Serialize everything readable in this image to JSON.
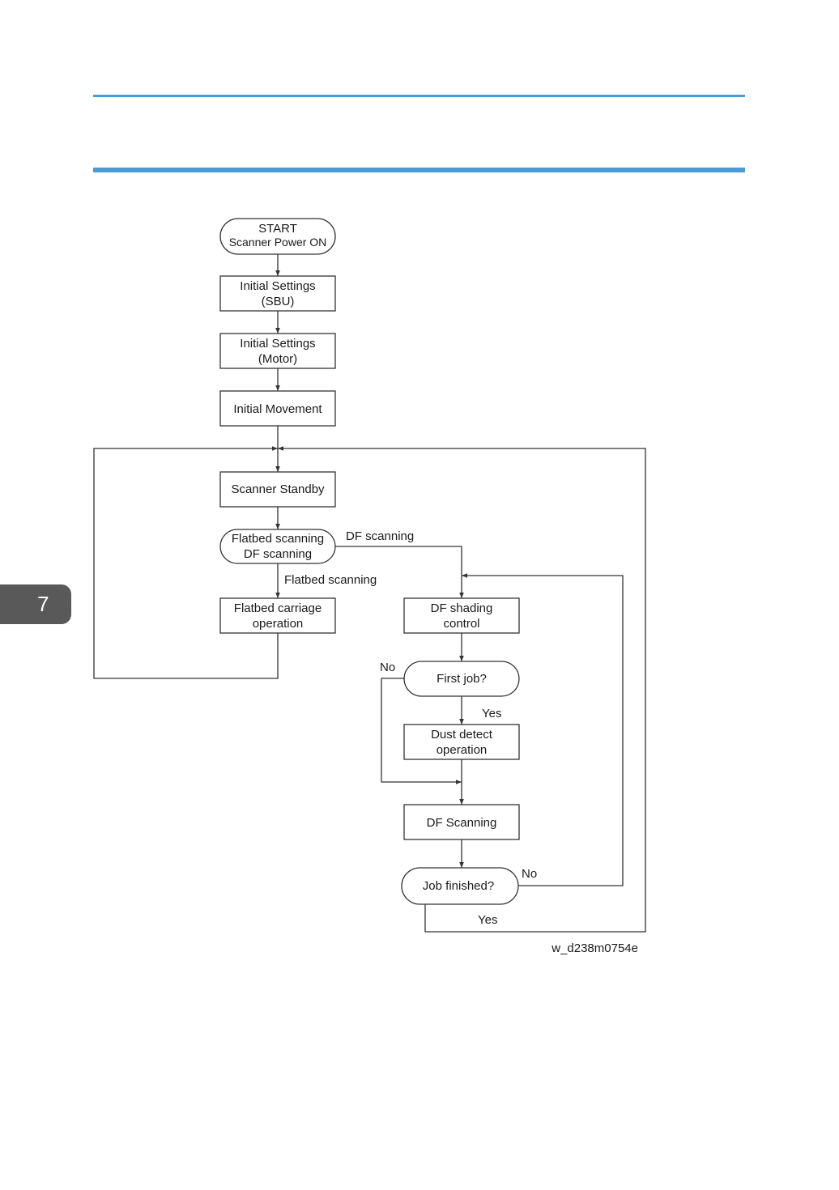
{
  "chapter": {
    "number": "7"
  },
  "flowchart": {
    "nodes": {
      "start": {
        "line1": "START",
        "line2": "Scanner Power ON"
      },
      "init_sbu": {
        "line1": "Initial Settings",
        "line2": "(SBU)"
      },
      "init_motor": {
        "line1": "Initial Settings",
        "line2": "(Motor)"
      },
      "init_move": {
        "line1": "Initial Movement"
      },
      "standby": {
        "line1": "Scanner Standby"
      },
      "scan_choice": {
        "line1": "Flatbed scanning",
        "line2": "DF scanning"
      },
      "flatbed_op": {
        "line1": "Flatbed carriage",
        "line2": "operation"
      },
      "df_shading": {
        "line1": "DF shading",
        "line2": "control"
      },
      "first_job": {
        "line1": "First job?"
      },
      "dust_detect": {
        "line1": "Dust detect",
        "line2": "operation"
      },
      "df_scanning": {
        "line1": "DF Scanning"
      },
      "job_finished": {
        "line1": "Job finished?"
      }
    },
    "edge_labels": {
      "df_scanning": "DF scanning",
      "flatbed_scanning": "Flatbed scanning",
      "first_job_no": "No",
      "first_job_yes": "Yes",
      "job_finished_no": "No",
      "job_finished_yes": "Yes"
    },
    "figure_id": "w_d238m0754e"
  },
  "colors": {
    "rule": "#4e9ad4",
    "tab": "#595959",
    "line": "#333333"
  }
}
